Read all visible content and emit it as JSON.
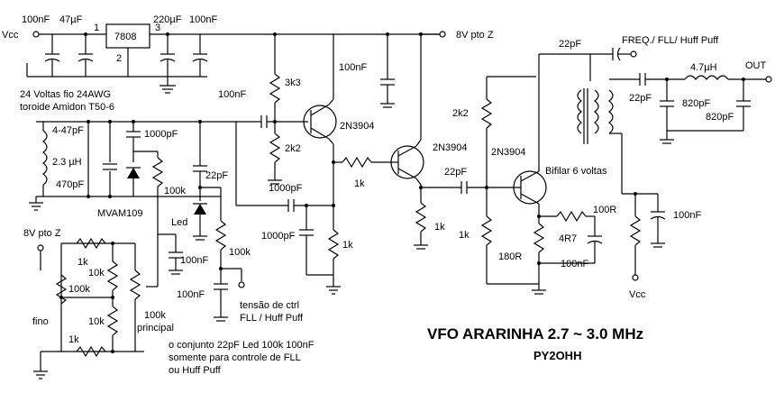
{
  "title": "VFO ARARINHA 2.7 ~ 3.0 MHz",
  "author": "PY2OHH",
  "labels": {
    "vcc_in": "Vcc",
    "c_in1": "100nF",
    "c_in2": "47µF",
    "reg": "7808",
    "pin1": "1",
    "pin2": "2",
    "pin3": "3",
    "c_out1": "220µF",
    "c_out2": "100nF",
    "rail": "8V pto Z",
    "coil_note1": "24 Voltas fio 24AWG",
    "coil_note2": "toroide Amidon T50-6",
    "trim": "4-47pF",
    "ind": "2.3 µH",
    "c470": "470pF",
    "varicap": "MVAM109",
    "c1000a": "1000pF",
    "r100k_a": "100k",
    "c22_a": "22pF",
    "led": "Led",
    "c100n_a": "100nF",
    "r100k_b": "100k",
    "c100n_b": "100nF",
    "ctrl1": "tensão de ctrl",
    "ctrl2": "FLL / Huff Puff",
    "note1": "o conjunto 22pF Led 100k 100nF",
    "note2": "somente para controle de FLL",
    "note3": "ou Huff Puff",
    "c100n_c": "100nF",
    "r3k3": "3k3",
    "r2k2_a": "2k2",
    "q1": "2N3904",
    "c100n_d": "100nF",
    "c1000b": "1000pF",
    "c1000c": "1000pF",
    "r1k_a": "1k",
    "r1k_b": "1k",
    "q2": "2N3904",
    "r1k_c": "1k",
    "c22_b": "22pF",
    "r2k2_b": "2k2",
    "q3": "2N3904",
    "r1k_d": "1k",
    "r180": "180R",
    "r4r7": "4R7",
    "c100n_e": "100nF",
    "bifilar": "Bifilar 6 voltas",
    "c22_c": "22pF",
    "freq": "FREQ./ FLL/ Huff Puff",
    "c22_d": "22pF",
    "l47": "4.7µH",
    "c820a": "820pF",
    "c820b": "820pF",
    "out": "OUT",
    "r100": "100R",
    "c100n_f": "100nF",
    "vcc_out": "Vcc",
    "rail2": "8V pto Z",
    "r1k_e": "1k",
    "r10k_a": "10k",
    "r100k_c": "100k",
    "r10k_b": "10k",
    "r1k_f": "1k",
    "fino": "fino",
    "r100k_d": "100k",
    "principal": "principal"
  }
}
